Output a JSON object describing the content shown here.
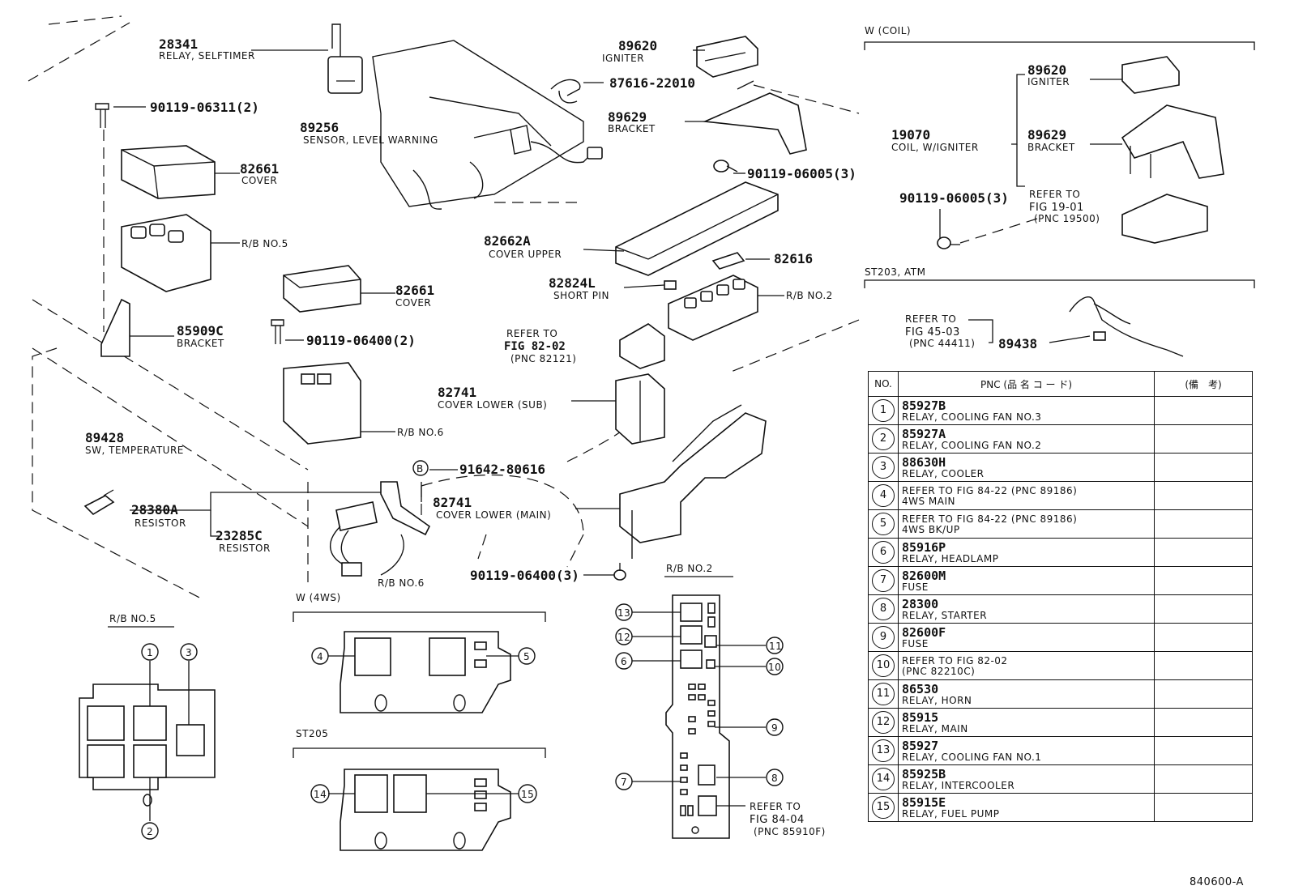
{
  "diagram_id": "840600-A",
  "callouts": {
    "c28341": {
      "pn": "28341",
      "desc": "RELAY, SELFTIMER"
    },
    "c89620a": {
      "pn": "89620",
      "desc": "IGNITER"
    },
    "c87616": {
      "pn": "87616-22010"
    },
    "c90119_06311": {
      "pn": "90119-06311(2)"
    },
    "c89256": {
      "pn": "89256",
      "desc": "SENSOR, LEVEL WARNING"
    },
    "c89629a": {
      "pn": "89629",
      "desc": "BRACKET"
    },
    "c82661a": {
      "pn": "82661",
      "desc": "COVER"
    },
    "c90119_06005a": {
      "pn": "90119-06005(3)"
    },
    "c_rb5": {
      "desc": "R/B NO.5"
    },
    "c82662A": {
      "pn": "82662A",
      "desc": "COVER UPPER"
    },
    "c82616": {
      "pn": "82616"
    },
    "c82661b": {
      "pn": "82661",
      "desc": "COVER"
    },
    "c82824L": {
      "pn": "82824L",
      "desc": "SHORT PIN"
    },
    "c_rb2": {
      "desc": "R/B NO.2"
    },
    "c85909C": {
      "pn": "85909C",
      "desc": "BRACKET"
    },
    "c90119_06400a": {
      "pn": "90119-06400(2)"
    },
    "c_ref8202": {
      "l1": "REFER TO",
      "l2": "FIG 82-02",
      "l3": "(PNC 82121)"
    },
    "c82741a": {
      "pn": "82741",
      "desc": "COVER LOWER (SUB)"
    },
    "c_rb6a": {
      "desc": "R/B NO.6"
    },
    "c89428": {
      "pn": "89428",
      "desc": "SW, TEMPERATURE"
    },
    "c91642": {
      "pn": "91642-80616",
      "mark": "B"
    },
    "c82741b": {
      "pn": "82741",
      "desc": "COVER LOWER (MAIN)"
    },
    "c28380A": {
      "pn": "28380A",
      "desc": "RESISTOR"
    },
    "c23285C": {
      "pn": "23285C",
      "desc": "RESISTOR"
    },
    "c90119_06400b": {
      "pn": "90119-06400(3)"
    },
    "c_rb6b": {
      "desc": "R/B NO.6"
    }
  },
  "coil_section": {
    "title": "W (COIL)",
    "c89620": {
      "pn": "89620",
      "desc": "IGNITER"
    },
    "c19070": {
      "pn": "19070",
      "desc": "COIL, W/IGNITER"
    },
    "c89629": {
      "pn": "89629",
      "desc": "BRACKET"
    },
    "c90119": {
      "pn": "90119-06005(3)"
    },
    "ref": {
      "l1": "REFER TO",
      "l2": "FIG 19-01",
      "l3": "(PNC 19500)"
    }
  },
  "atm_section": {
    "title": "ST203, ATM",
    "ref": {
      "l1": "REFER TO",
      "l2": "FIG 45-03",
      "l3": "(PNC 44411)"
    },
    "pn": "89438"
  },
  "rb5_layout": {
    "title": "R/B NO.5",
    "markers": [
      "1",
      "2",
      "3"
    ]
  },
  "w4ws_layout": {
    "title": "W (4WS)",
    "markers": [
      "4",
      "5"
    ]
  },
  "st205_layout": {
    "title": "ST205",
    "markers": [
      "14",
      "15"
    ]
  },
  "rb2_layout": {
    "title": "R/B NO.2",
    "markers": [
      "13",
      "12",
      "6",
      "11",
      "10",
      "9",
      "7",
      "8"
    ],
    "ref": {
      "l1": "REFER TO",
      "l2": "FIG 84-04",
      "l3": "(PNC 85910F)"
    }
  },
  "table": {
    "headers": {
      "no": "NO.",
      "pnc": "PNC (品 名 コ ー ド)",
      "remarks": "(備　考)"
    },
    "rows": [
      {
        "no": "1",
        "pnc": "85927B",
        "desc": "RELAY, COOLING FAN NO.3"
      },
      {
        "no": "2",
        "pnc": "85927A",
        "desc": "RELAY, COOLING FAN NO.2"
      },
      {
        "no": "3",
        "pnc": "88630H",
        "desc": "RELAY, COOLER"
      },
      {
        "no": "4",
        "ref": "REFER TO FIG 84-22 (PNC 89186)",
        "desc": "4WS MAIN"
      },
      {
        "no": "5",
        "ref": "REFER TO FIG 84-22 (PNC 89186)",
        "desc": "4WS BK/UP"
      },
      {
        "no": "6",
        "pnc": "85916P",
        "desc": "RELAY, HEADLAMP"
      },
      {
        "no": "7",
        "pnc": "82600M",
        "desc": "FUSE"
      },
      {
        "no": "8",
        "pnc": "28300",
        "desc": "RELAY, STARTER"
      },
      {
        "no": "9",
        "pnc": "82600F",
        "desc": "FUSE"
      },
      {
        "no": "10",
        "ref": "REFER TO FIG 82-02",
        "desc": "(PNC 82210C)"
      },
      {
        "no": "11",
        "pnc": "86530",
        "desc": "RELAY, HORN"
      },
      {
        "no": "12",
        "pnc": "85915",
        "desc": "RELAY, MAIN"
      },
      {
        "no": "13",
        "pnc": "85927",
        "desc": "RELAY, COOLING FAN NO.1"
      },
      {
        "no": "14",
        "pnc": "85925B",
        "desc": "RELAY, INTERCOOLER"
      },
      {
        "no": "15",
        "pnc": "85915E",
        "desc": "RELAY, FUEL PUMP"
      }
    ]
  }
}
